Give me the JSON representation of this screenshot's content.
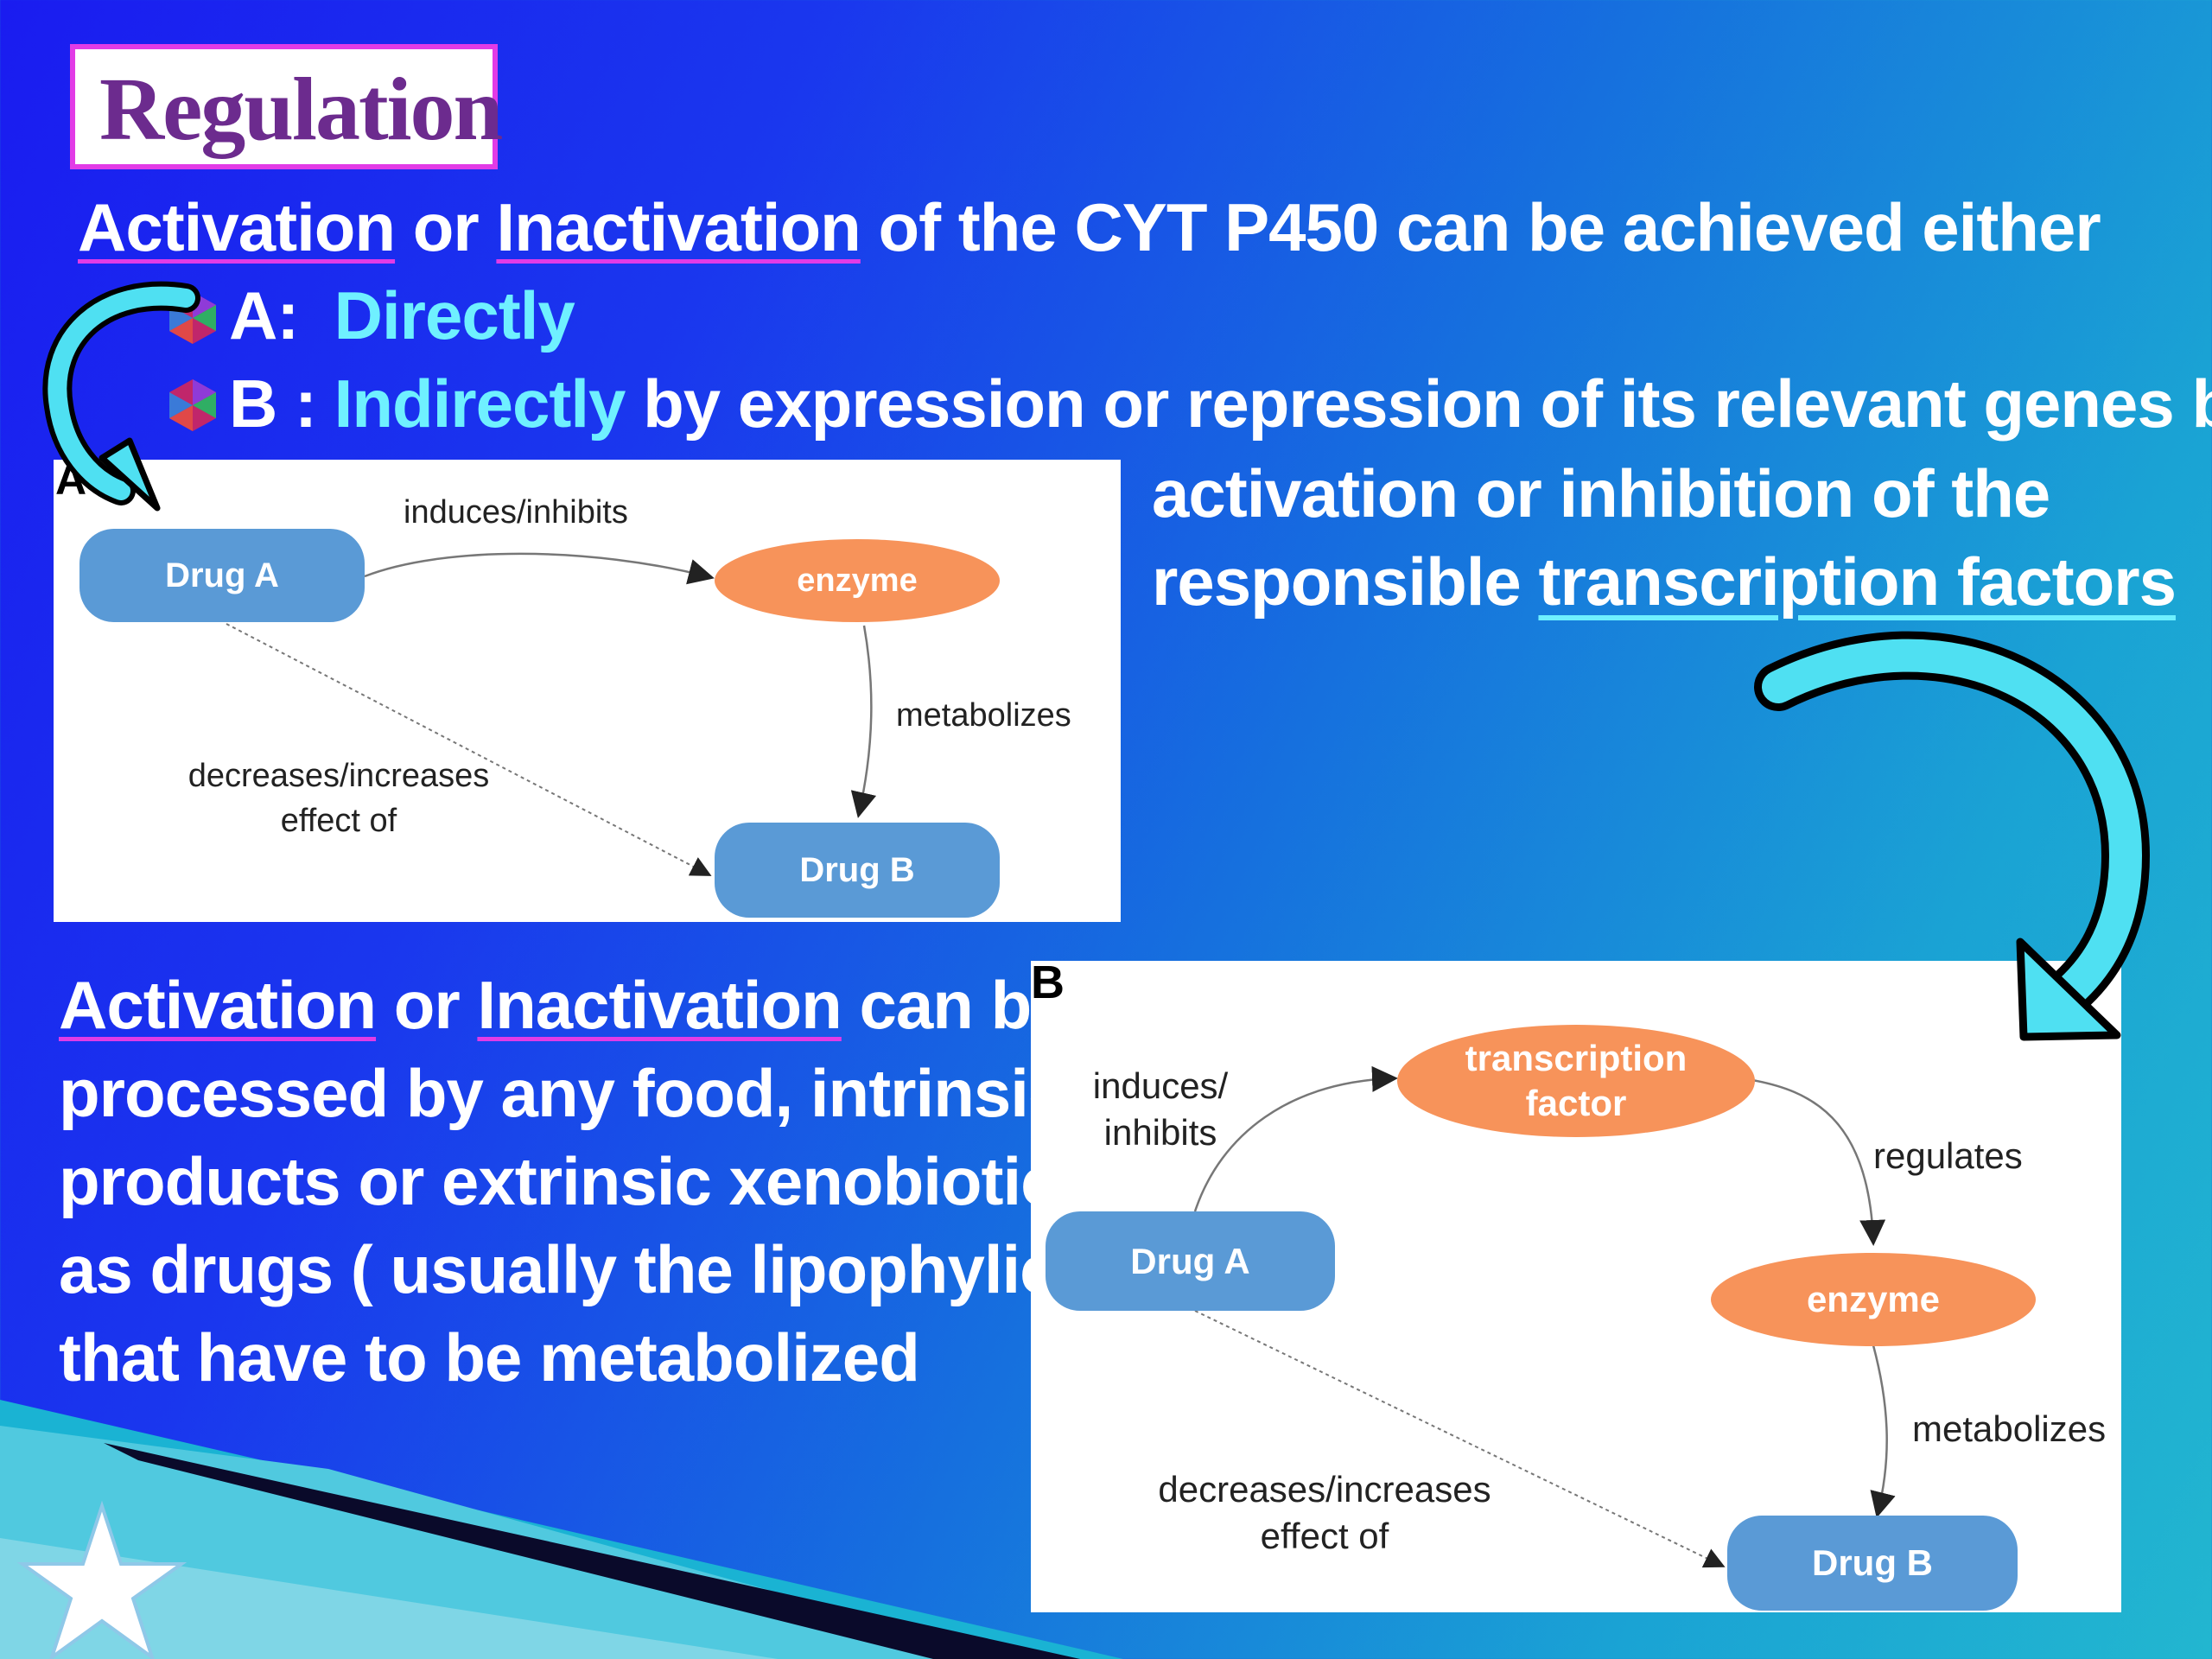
{
  "slide": {
    "title": "Regulation",
    "intro": {
      "activation": "Activation",
      "or": "or",
      "inactivation": "Inactivation",
      "rest": "of the CYT P450 can be  achieved either"
    },
    "bullet_a": {
      "prefix": "A:",
      "emph": "Directly"
    },
    "bullet_b": {
      "prefix": "B :",
      "emph": "Indirectly",
      "rest": "by expression or repression of its relevant genes by",
      "line2": "activation or inhibition of the",
      "line3_pre": "responsible ",
      "line3_u": "transcription factors"
    },
    "lower": {
      "activation": "Activation",
      "or": "or",
      "inactivation": "Inactivation",
      "rest": " can be",
      "line2": "processed by any food, intrinsic",
      "line3": "products or extrinsic xenobiotics",
      "line4": "as drugs ( usually the lipophylic )",
      "line5": "that have to be metabolized"
    },
    "colors": {
      "node_blue": "#5a9ad6",
      "node_orange": "#f7935a",
      "accent_cyan": "#6ff0ff",
      "accent_pink": "#e23be6",
      "title_purple": "#6c2b8e"
    }
  },
  "diagram_a": {
    "label": "A",
    "nodes": {
      "drug_a": "Drug A",
      "enzyme": "enzyme",
      "drug_b": "Drug B"
    },
    "edges": {
      "induces": "induces/inhibits",
      "metabolizes": "metabolizes",
      "decreases_1": "decreases/increases",
      "decreases_2": "effect of"
    }
  },
  "diagram_b": {
    "label": "B",
    "nodes": {
      "tf_1": "transcription",
      "tf_2": "factor",
      "drug_a": "Drug A",
      "enzyme": "enzyme",
      "drug_b": "Drug B"
    },
    "edges": {
      "induces_1": "induces/",
      "induces_2": "inhibits",
      "regulates": "regulates",
      "metabolizes": "metabolizes",
      "decreases_1": "decreases/increases",
      "decreases_2": "effect of"
    }
  }
}
